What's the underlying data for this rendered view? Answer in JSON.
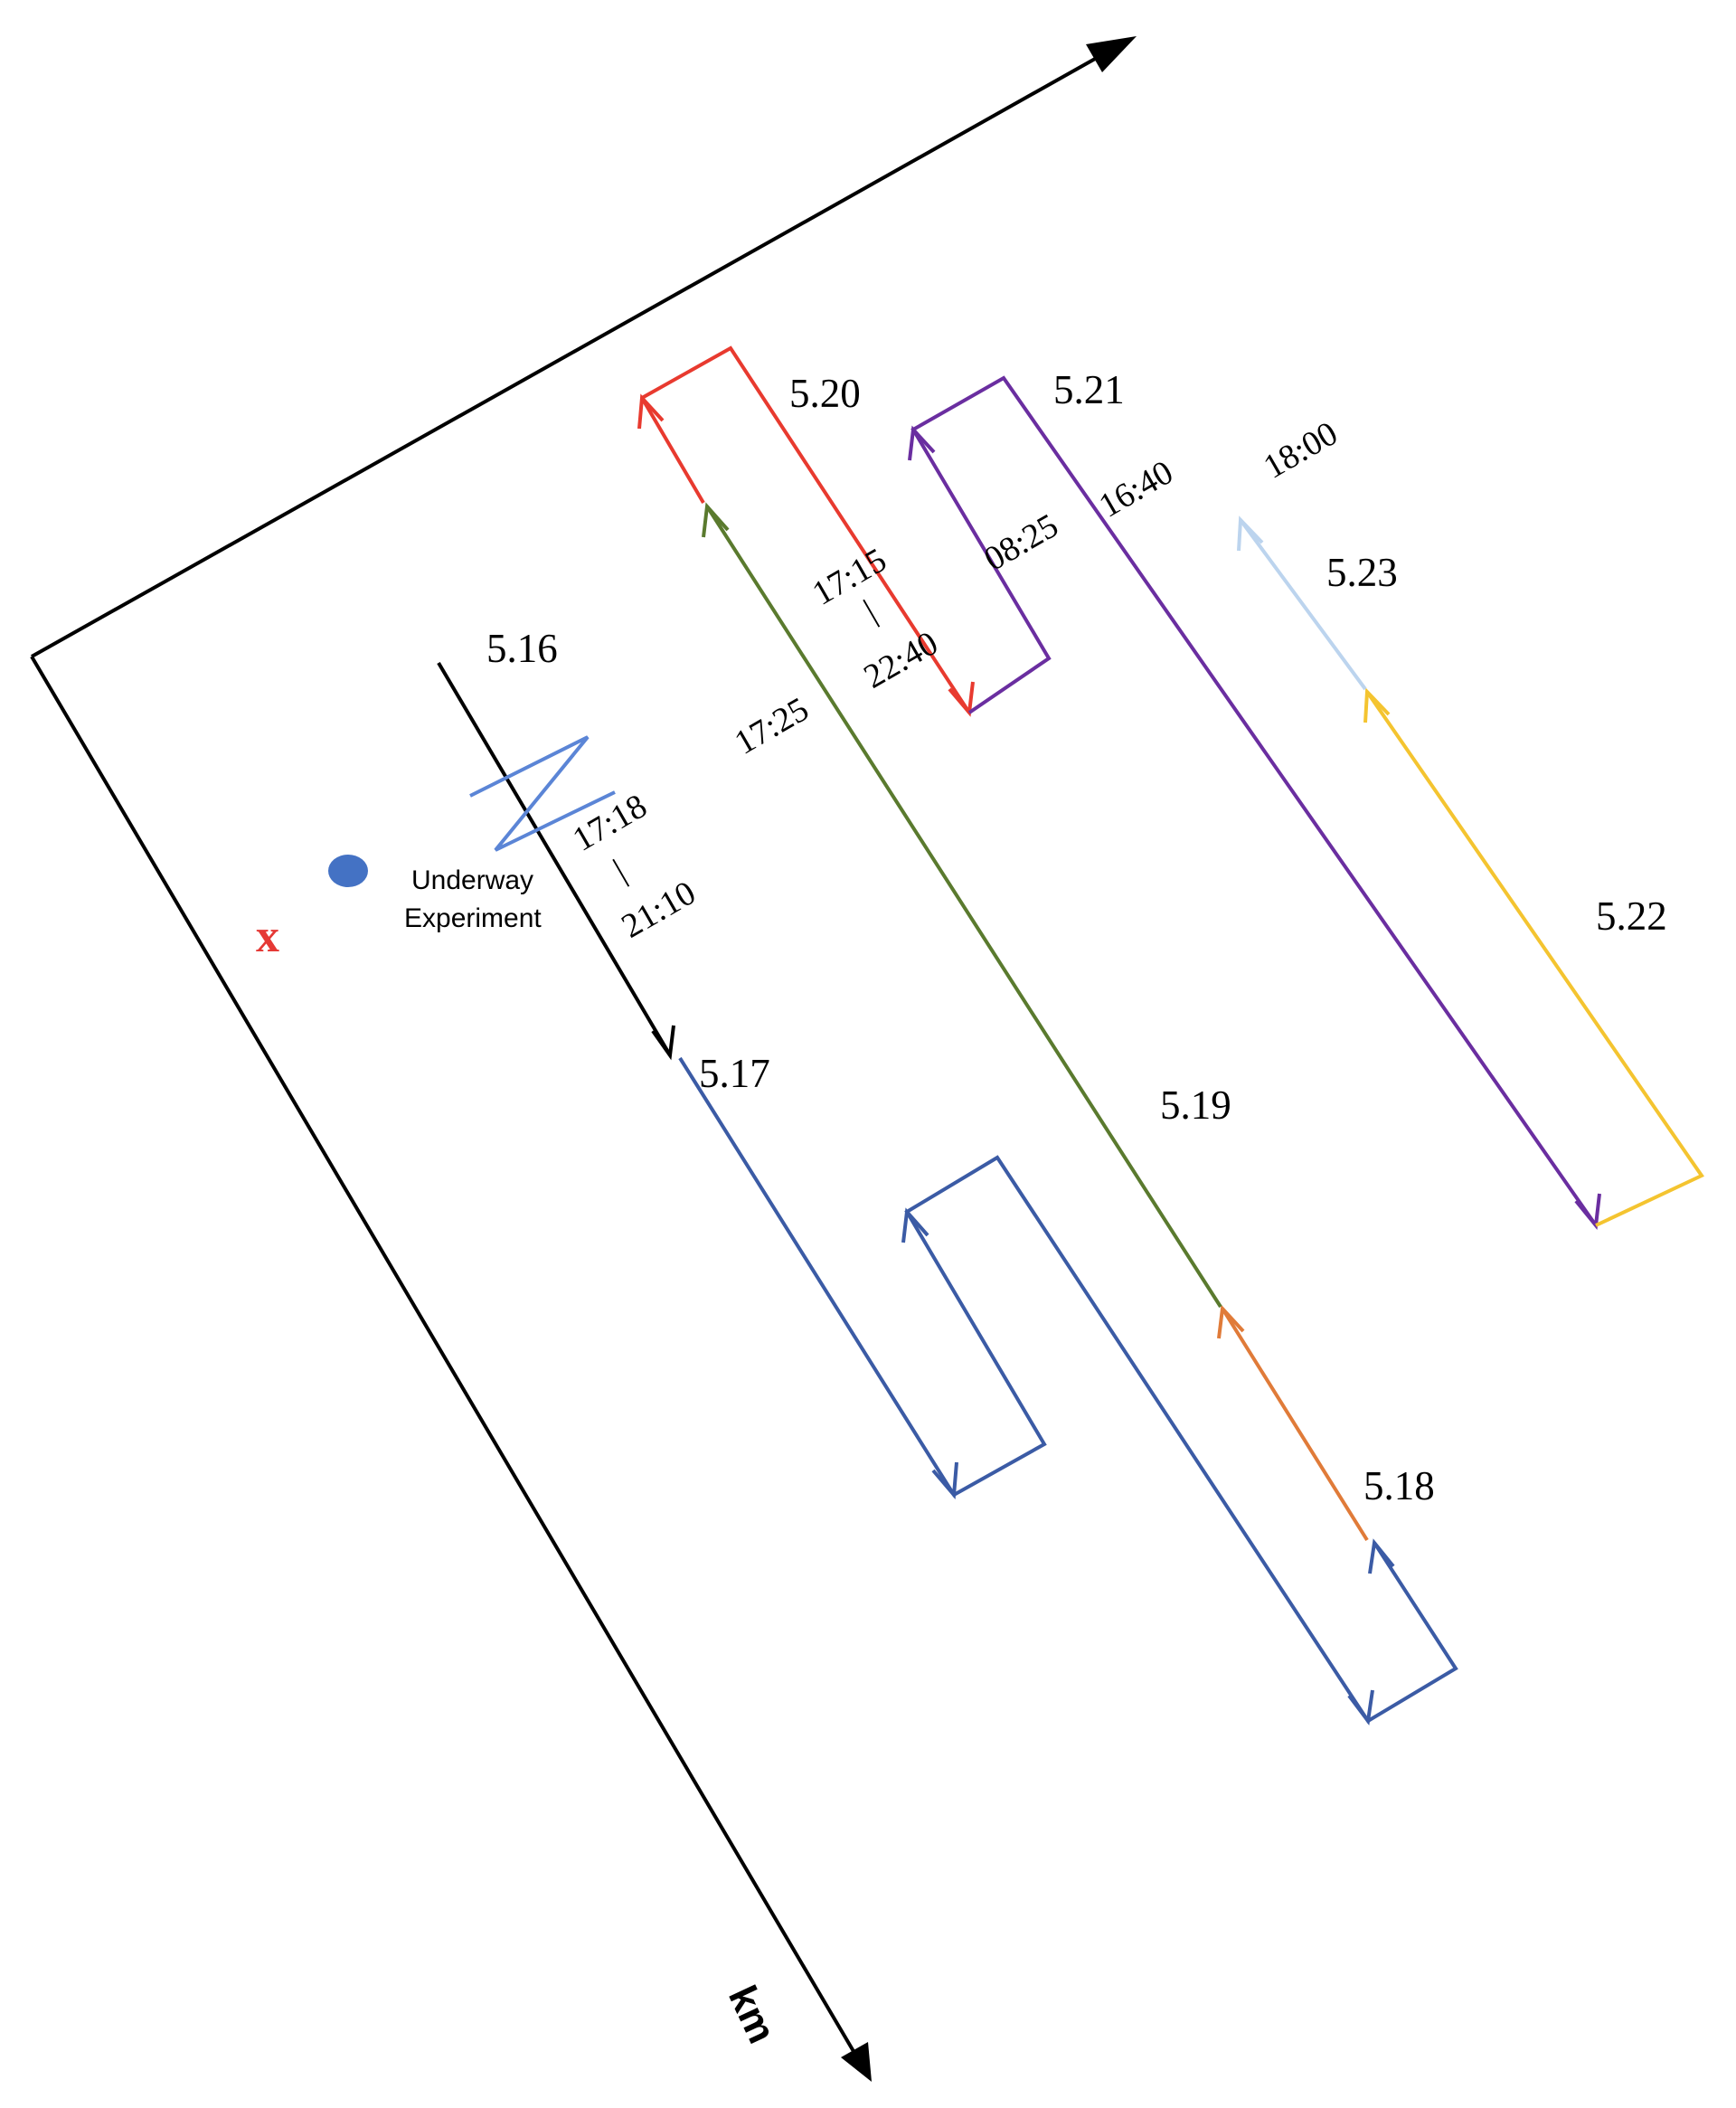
{
  "colors": {
    "axis": "#000000",
    "d516": "#000000",
    "d517": "#3B5BA5",
    "d518a": "#3B5BA5",
    "d518b": "#E07B39",
    "d519": "#5A7A2E",
    "d520": "#E83A2F",
    "d521": "#6A2EA0",
    "d522": "#F4C430",
    "d523": "#BCD4EE",
    "zigzag": "#5B85D6",
    "marker_x": "#E53935",
    "dot": "#4472C4"
  },
  "axis": {
    "km_label": "km"
  },
  "markers": {
    "x_label": "x"
  },
  "underway": {
    "line1": "Underway",
    "line2": "Experiment"
  },
  "dates": {
    "d516": "5.16",
    "d517": "5.17",
    "d518": "5.18",
    "d519": "5.19",
    "d520": "5.20",
    "d521": "5.21",
    "d522": "5.22",
    "d523": "5.23"
  },
  "times": {
    "t516_start": "17:18",
    "t516_sep": "|",
    "t516_end": "21:10",
    "t519": "17:25",
    "t520_start": "17:15",
    "t520_sep": "|",
    "t520_end": "22:40",
    "t521_a": "08:25",
    "t521_b": "16:40",
    "t523": "18:00"
  }
}
